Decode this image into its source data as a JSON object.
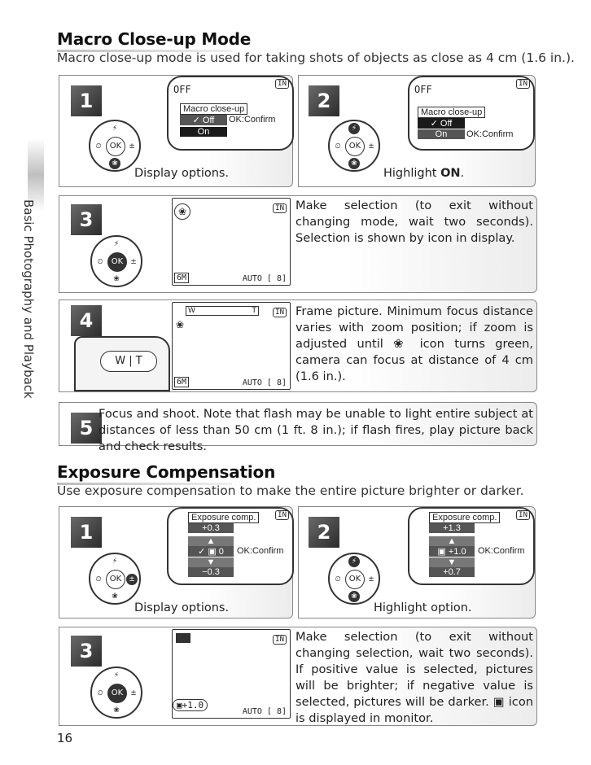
{
  "sidebar": {
    "section": "Basic Photography and Playback"
  },
  "page_number": "16",
  "macro": {
    "title": "Macro Close-up Mode",
    "intro": "Macro close-up mode is used for taking shots of objects as close as 4 cm (1.6 in.).",
    "step1": {
      "number": "1",
      "caption": "Display options.",
      "menu_title": "Macro close-up",
      "opt_off": "✓ Off",
      "opt_on": "On",
      "confirm": "OK:Confirm",
      "status": "OFF"
    },
    "step2": {
      "number": "2",
      "caption_pre": "Highlight ",
      "caption_bold": "ON",
      "caption_post": ".",
      "menu_title": "Macro close-up",
      "opt_off": "✓ Off",
      "opt_on": "On",
      "confirm": "OK:Confirm",
      "status": "OFF"
    },
    "step3": {
      "number": "3",
      "text": "Make selection (to exit without changing mode, wait two seconds). Selection is shown by icon in display.",
      "readout_left": "6M",
      "readout_right": "AUTO [ 8]"
    },
    "step4": {
      "number": "4",
      "text": "Frame picture. Minimum focus distance varies with zoom position; if zoom is adjusted until ❀ icon turns green, camera can focus at distance of 4 cm (1.6 in.).",
      "zoom_w": "W",
      "zoom_t": "T",
      "readout_left": "6M",
      "readout_right": "AUTO [ 8]"
    },
    "step5": {
      "number": "5",
      "text": "Focus and shoot. Note that flash may be unable to light entire subject at distances of less than 50 cm (1 ft. 8 in.); if flash fires, play picture back and check results."
    }
  },
  "exposure": {
    "title": "Exposure Compensation",
    "intro": "Use exposure compensation to make the entire picture brighter or darker.",
    "step1": {
      "number": "1",
      "caption": "Display options.",
      "menu_title": "Exposure comp.",
      "val_up": "+0.3",
      "val_sel": "0",
      "val_down": "−0.3",
      "confirm": "OK:Confirm"
    },
    "step2": {
      "number": "2",
      "caption": "Highlight option.",
      "menu_title": "Exposure comp.",
      "val_up": "+1.3",
      "val_sel": "+1.0",
      "val_down": "+0.7",
      "confirm": "OK:Confirm"
    },
    "step3": {
      "number": "3",
      "text": "Make selection (to exit without changing selection, wait two seconds). If positive value is selected, pictures will be brighter; if negative value is selected, pictures will be darker. ▣ icon is displayed in monitor.",
      "ev_badge": "+1.0",
      "readout_right": "AUTO [ 8]"
    }
  },
  "in_badge": "IN",
  "dial": {
    "ok": "OK",
    "top": "⚡",
    "left": "⏲",
    "right": "±",
    "bottom": "❀"
  }
}
